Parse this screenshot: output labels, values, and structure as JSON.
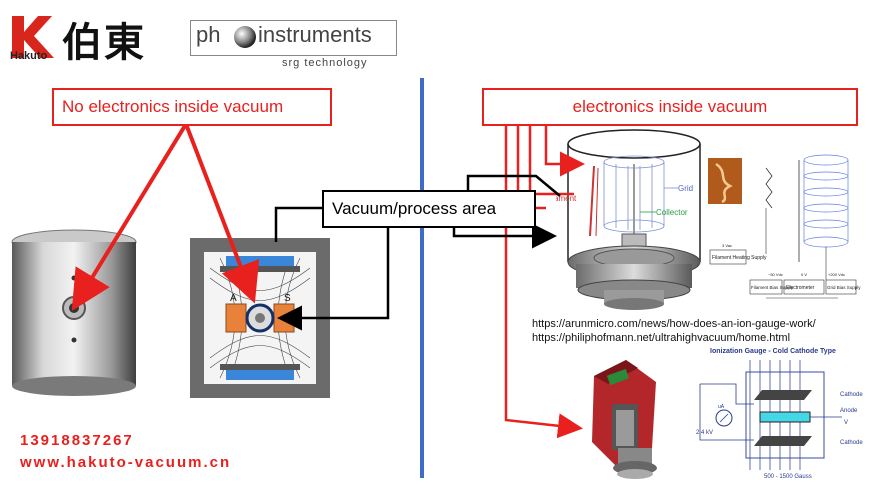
{
  "brand": {
    "hakuto_word": "Hakuto",
    "hakuto_cjk": "伯東",
    "ph_prefix": "ph",
    "ph_name": "instruments",
    "ph_tagline": "srg technology"
  },
  "labels": {
    "no_electronics": "No electronics inside vacuum",
    "electronics": "electronics inside vacuum",
    "vacuum_area": "Vacuum/process area"
  },
  "gauge_cut": {
    "grid": "Grid",
    "collector": "Collector",
    "filament": "ament"
  },
  "circuit": {
    "filament_heating": "Filament Heating Supply",
    "filament_bias": "Filament Bias Supply",
    "electrometer": "Electrometer",
    "grid_bias": "Grid Bias Supply",
    "v_neg50": "~50 Vdc",
    "v_zero": "0 V",
    "v_pos200": "+200 Vdc",
    "v_heat": "3 Vac"
  },
  "cold_cathode": {
    "title": "Ionization Gauge - Cold Cathode Type",
    "cathode_top": "Cathode",
    "anode": "Anode",
    "cathode_bottom": "Cathode",
    "vac": "V",
    "voltage": "2.4 kV",
    "gauss": "500 - 1500 Gauss",
    "ua": "uA"
  },
  "magnet": {
    "a": "A",
    "s": "S"
  },
  "sources": {
    "url1": "https://arunmicro.com/news/how-does-an-ion-gauge-work/",
    "url2": "https://philiphofmann.net/ultrahighvacuum/home.html"
  },
  "contact": {
    "phone": "13918837267",
    "web": "www.hakuto-vacuum.cn"
  },
  "colors": {
    "red": "#e8201e",
    "blue_divider": "#3d6dc9",
    "orange": "#e8823a"
  }
}
